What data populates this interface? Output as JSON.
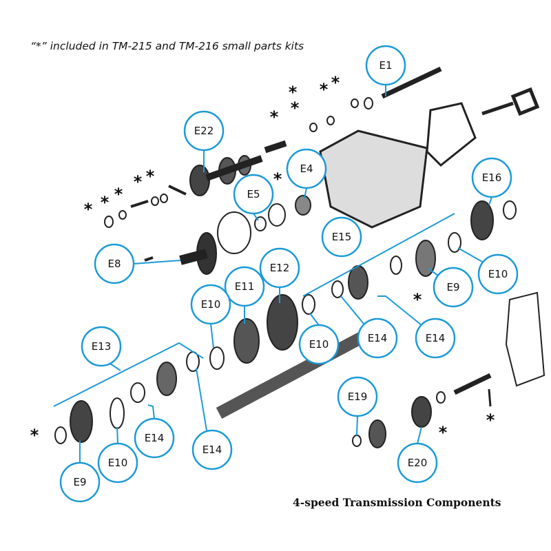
{
  "note": "“*” included in TM-215 and TM-216 small parts kits",
  "title": "4-speed Transmission Components",
  "accent_color": "#1b9ad6",
  "star": "*",
  "callouts": [
    "E1",
    "E22",
    "E4",
    "E5",
    "E16",
    "E15",
    "E8",
    "E10",
    "E9",
    "E12",
    "E11",
    "E10",
    "E14",
    "E14",
    "E10",
    "E13",
    "E19",
    "E14",
    "E14",
    "E10",
    "E20",
    "E9"
  ]
}
